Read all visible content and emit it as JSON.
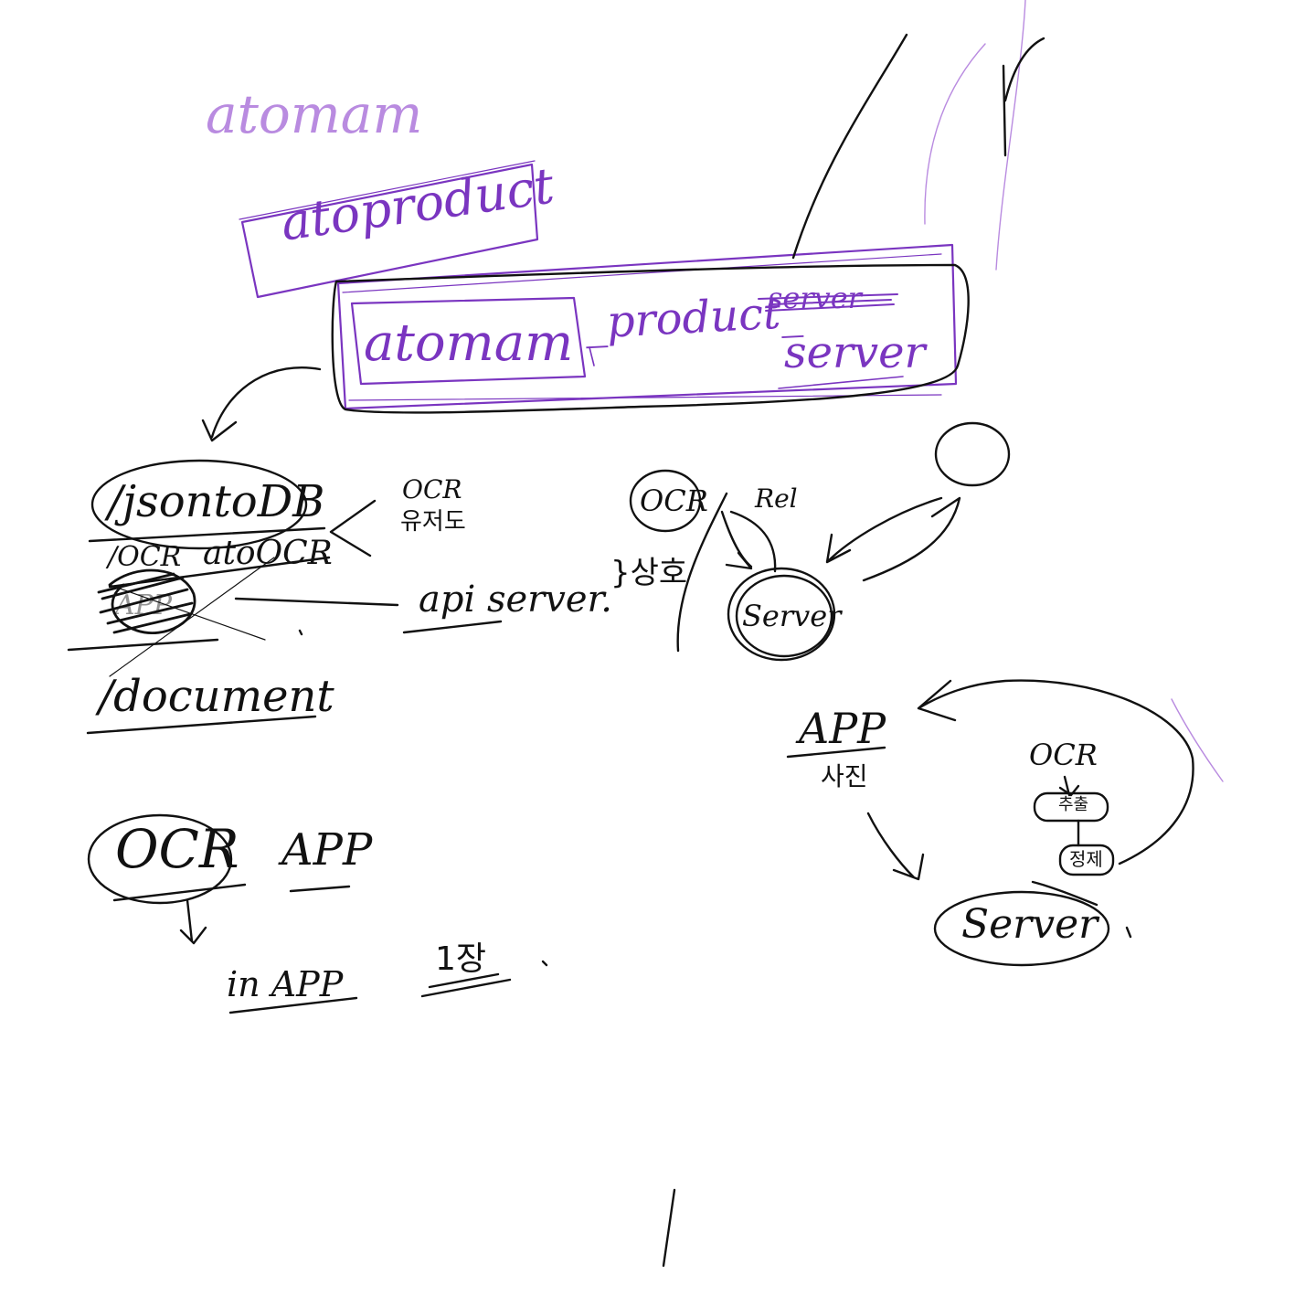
{
  "colors": {
    "background": "#ffffff",
    "purple_ink": "#7a35c0",
    "light_purple_ink": "#b98be0",
    "black_ink": "#111111"
  },
  "labels": {
    "atomam": "atomam",
    "atoproduct": "atoproduct",
    "atomam_box": "atomam",
    "product_suffix": "_product_",
    "struck_word": "server",
    "server_top": "server",
    "jsontodb": "/jsontoDB",
    "ocr_prefix": "/OCR",
    "atoocr": "atoOCR",
    "app_scribbled": "APP",
    "document": "/document",
    "ocr_note_1": "OCR",
    "ocr_note_2": "유저도",
    "api_server": "api server.",
    "sangho": "}상호",
    "ocr_circle_top": "OCR",
    "rel": "Rel",
    "server_circle": "Server",
    "app_right": "APP",
    "sajin": "사진",
    "ocr_small": "OCR",
    "small_box_1": "추출",
    "small_box_2": "정제",
    "server_bottom": "Server",
    "ocr_circle_bottom": "OCR",
    "app_bottom": "APP",
    "in_app": "in APP",
    "one_jang": "1장"
  }
}
